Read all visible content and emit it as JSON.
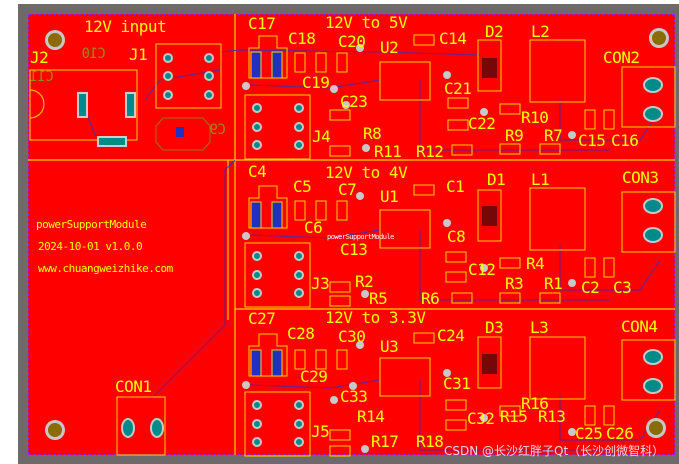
{
  "board": {
    "colors": {
      "copper": "#ff0000",
      "silkscreen": "#ffff00",
      "outline": "#6e6a69",
      "pad": "#008b8b"
    },
    "sections": {
      "input": "12V input",
      "reg5v": "12V to 5V",
      "reg4v": "12V to 4V",
      "reg33v": "12V to 3.3V"
    },
    "info": {
      "module_name": "powerSupportModule",
      "version": "2024-10-01 v1.0.0",
      "website": "www.chuangweizhike.com",
      "tiny_name": "powerSupportModule"
    },
    "mirrored": {
      "c10": "C10",
      "c11": "C11",
      "c9": "C9"
    },
    "designators": {
      "J2": "J2",
      "J1": "J1",
      "CON1": "CON1",
      "C17": "C17",
      "C18": "C18",
      "C19": "C19",
      "C20": "C20",
      "U2": "U2",
      "C14": "C14",
      "D2": "D2",
      "L2": "L2",
      "CON2": "CON2",
      "C21": "C21",
      "C22": "C22",
      "R10": "R10",
      "C23": "C23",
      "R8": "R8",
      "R11": "R11",
      "R12": "R12",
      "R9": "R9",
      "R7": "R7",
      "C15": "C15",
      "C16": "C16",
      "J4": "J4",
      "C4": "C4",
      "C5": "C5",
      "C6": "C6",
      "C7": "C7",
      "U1": "U1",
      "C1": "C1",
      "D1": "D1",
      "L1": "L1",
      "CON3": "CON3",
      "C8": "C8",
      "C13": "C13",
      "C12": "C12",
      "R4": "R4",
      "J3": "J3",
      "R2": "R2",
      "R5": "R5",
      "R6": "R6",
      "R3": "R3",
      "R1": "R1",
      "C2": "C2",
      "C3": "C3",
      "C27": "C27",
      "C28": "C28",
      "C30": "C30",
      "C24": "C24",
      "D3": "D3",
      "L3": "L3",
      "CON4": "CON4",
      "U3": "U3",
      "C29": "C29",
      "C31": "C31",
      "C33": "C33",
      "C32": "C32",
      "R16": "R16",
      "R14": "R14",
      "J5": "J5",
      "R15": "R15",
      "R13": "R13",
      "C25": "C25",
      "C26": "C26",
      "R17": "R17",
      "R18": "R18"
    },
    "watermark": "CSDN @长沙红胖子Qt（长沙创微智科）"
  }
}
